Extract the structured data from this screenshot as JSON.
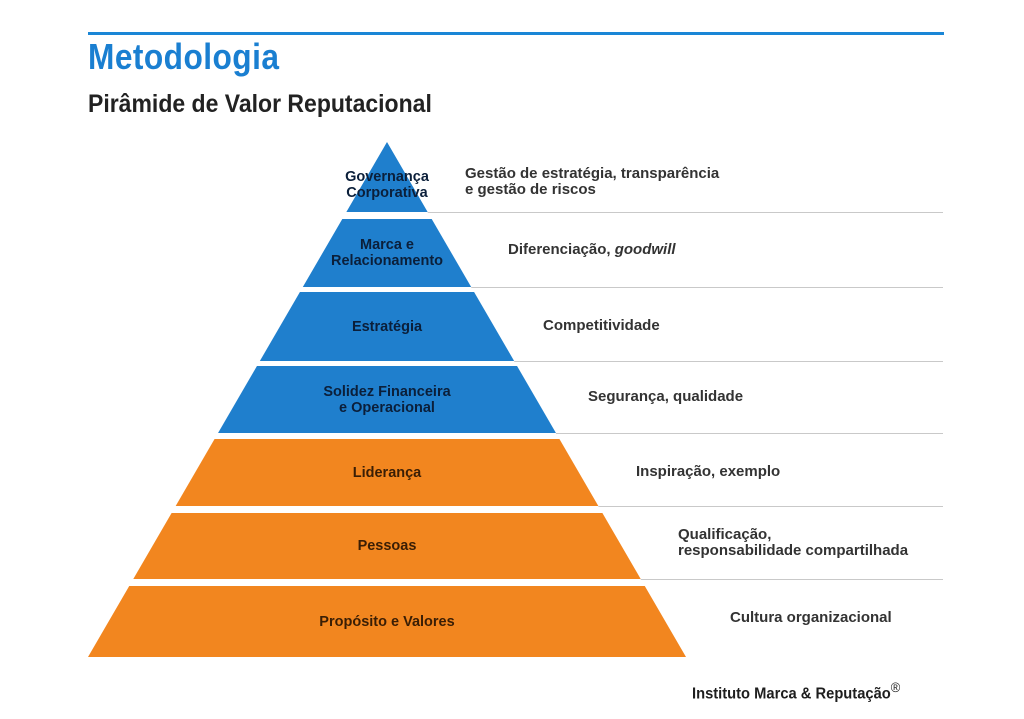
{
  "header": {
    "title": "Metodologia",
    "subtitle": "Pirâmide de Valor Reputacional"
  },
  "colors": {
    "accent_blue": "#1a7fd1",
    "tier_blue": "#1f7fcd",
    "tier_orange": "#f2861f",
    "label_on_blue": "#0b1f3a",
    "label_on_orange": "#3a1e05",
    "rule": "#c9c9c9"
  },
  "pyramid": {
    "levels": [
      {
        "label": "Governança\nCorporativa",
        "description": "Gestão de estratégia, transparência\ne gestão de riscos",
        "color": "blue"
      },
      {
        "label": "Marca e\nRelacionamento",
        "description": "Diferenciação, ",
        "description_italic": "goodwill",
        "color": "blue"
      },
      {
        "label": "Estratégia",
        "description": "Competitividade",
        "color": "blue"
      },
      {
        "label": "Solidez Financeira\ne Operacional",
        "description": "Segurança, qualidade",
        "color": "blue"
      },
      {
        "label": "Liderança",
        "description": "Inspiração, exemplo",
        "color": "orange"
      },
      {
        "label": "Pessoas",
        "description": "Qualificação,\nresponsabilidade compartilhada",
        "color": "orange"
      },
      {
        "label": "Propósito e Valores",
        "description": "Cultura organizacional",
        "color": "orange"
      }
    ]
  },
  "footer": {
    "credit": "Instituto Marca & Reputação",
    "mark": "®"
  }
}
